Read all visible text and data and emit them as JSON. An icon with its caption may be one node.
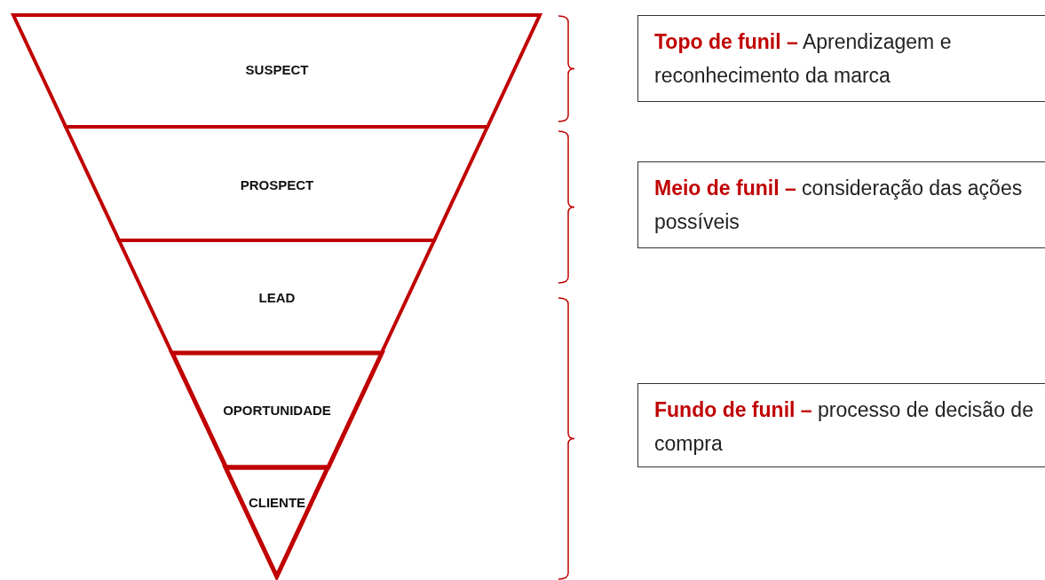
{
  "diagram": {
    "nodes": [
      {
        "text": [
          "SUSPECT"
        ]
      },
      {
        "text": [
          "PROSPECT"
        ]
      },
      {
        "text": [
          "LEAD"
        ]
      },
      {
        "text": [
          "OPORTUNIDADE"
        ]
      },
      {
        "text": [
          "CLIENTE"
        ]
      },
      {
        "text": [
          "**Topo de funil –** Aprendizagem e reconhecimento da marca"
        ]
      },
      {
        "text": [
          "**Meio de funil –** consideração das ações possíveis"
        ]
      },
      {
        "text": [
          "**Fundo de funil –** processo de decisão de compra"
        ]
      }
    ]
  }
}
